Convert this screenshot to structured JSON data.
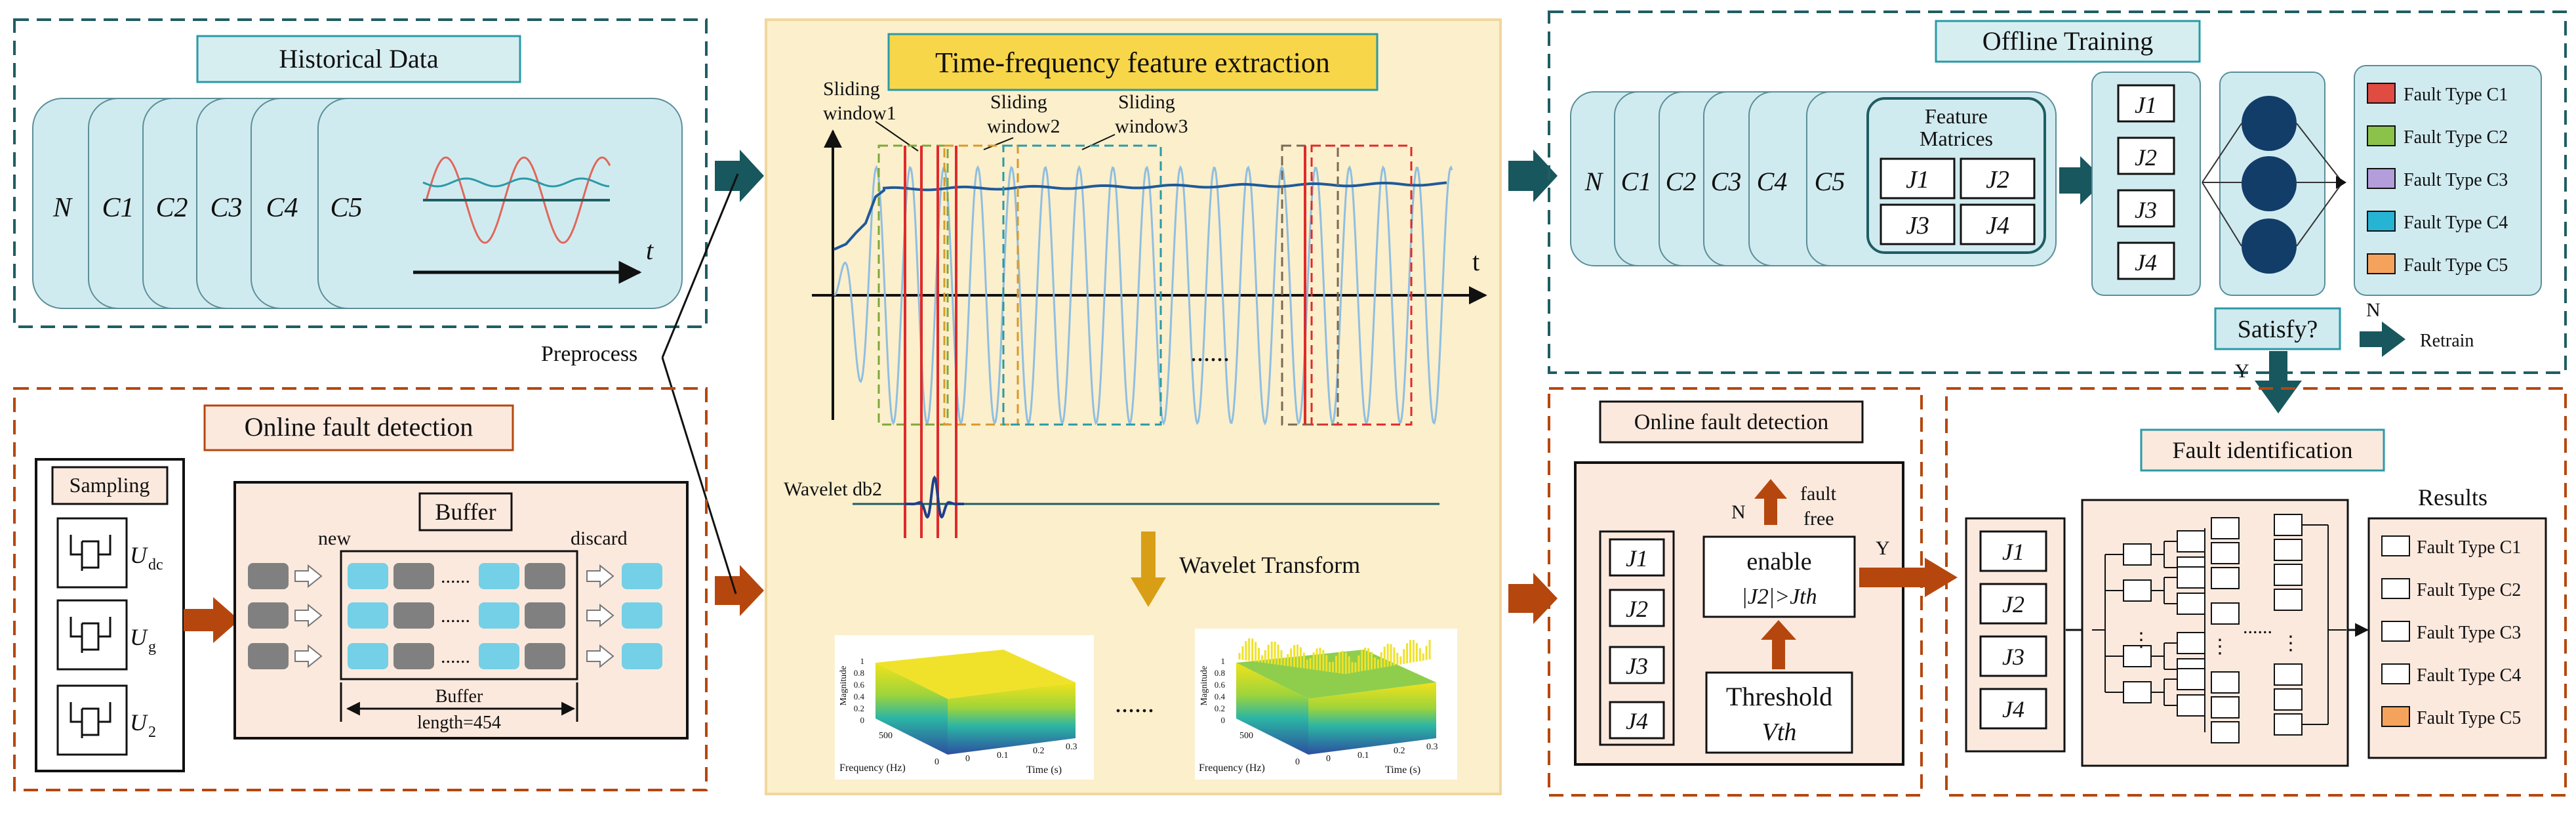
{
  "historical": {
    "title": "Historical Data",
    "cards": [
      "N",
      "C1",
      "C2",
      "C3",
      "C4",
      "C5"
    ],
    "axis_label": "t"
  },
  "preprocess_label": "Preprocess",
  "time_freq": {
    "title": "Time-frequency feature extraction",
    "window1": [
      "Sliding",
      "window1"
    ],
    "window2": [
      "Sliding",
      "window2"
    ],
    "window3": [
      "Sliding",
      "window3"
    ],
    "axis_label": "t",
    "ellipsis": "......",
    "wavelet_label": "Wavelet db2",
    "transform_label": "Wavelet Transform",
    "spectro_ylabel": "Magnitude",
    "spectro_xlabel": "Frequency (Hz)",
    "spectro_tlabel": "Time (s)",
    "spectro_ticks_freq": [
      "500",
      "0"
    ],
    "spectro_ticks_time": [
      "0",
      "0.1",
      "0.2",
      "0.3"
    ],
    "spectro_ticks_mag": [
      "1",
      "0.8",
      "0.6",
      "0.4",
      "0.2",
      "0"
    ],
    "spectro_ellipsis": "......"
  },
  "online_left": {
    "title": "Online fault detection",
    "sampling": "Sampling",
    "signals": [
      "U",
      "U",
      "U"
    ],
    "signal_subs": [
      "dc",
      "g",
      "2"
    ],
    "buffer_title": "Buffer",
    "new_label": "new",
    "discard_label": "discard",
    "buffer_length": [
      "Buffer",
      "length=454"
    ],
    "dots": "......"
  },
  "offline": {
    "title": "Offline Training",
    "cards": [
      "N",
      "C1",
      "C2",
      "C3",
      "C4",
      "C5"
    ],
    "feature_title": [
      "Feature",
      "Matrices"
    ],
    "matrices": [
      "J1",
      "J2",
      "J3",
      "J4"
    ],
    "j_list": [
      "J1",
      "J2",
      "J3",
      "J4"
    ],
    "legend": [
      {
        "label": "Fault Type C1",
        "color": "#e04b42"
      },
      {
        "label": "Fault Type C2",
        "color": "#8bc34a"
      },
      {
        "label": "Fault Type C3",
        "color": "#b39ddb"
      },
      {
        "label": "Fault Type C4",
        "color": "#26b4d4"
      },
      {
        "label": "Fault Type C5",
        "color": "#f5a35c"
      }
    ],
    "satisfy": "Satisfy?",
    "no": "N",
    "retrain": "Retrain",
    "yes": "Y"
  },
  "online_right": {
    "title": "Online fault detection",
    "j_list": [
      "J1",
      "J2",
      "J3",
      "J4"
    ],
    "enable": "enable",
    "enable_cond": "|J2|>Jth",
    "no": "N",
    "fault_free": [
      "fault",
      "free"
    ],
    "threshold": "Threshold",
    "threshold_var": "Vth",
    "yes": "Y"
  },
  "fault_id": {
    "title": "Fault identification",
    "j_list": [
      "J1",
      "J2",
      "J3",
      "J4"
    ],
    "results_title": "Results",
    "results": [
      {
        "label": "Fault Type C1",
        "color": "#ffffff"
      },
      {
        "label": "Fault Type C2",
        "color": "#ffffff"
      },
      {
        "label": "Fault Type C3",
        "color": "#ffffff"
      },
      {
        "label": "Fault Type C4",
        "color": "#ffffff"
      },
      {
        "label": "Fault Type C5",
        "color": "#f5a35c"
      }
    ]
  }
}
